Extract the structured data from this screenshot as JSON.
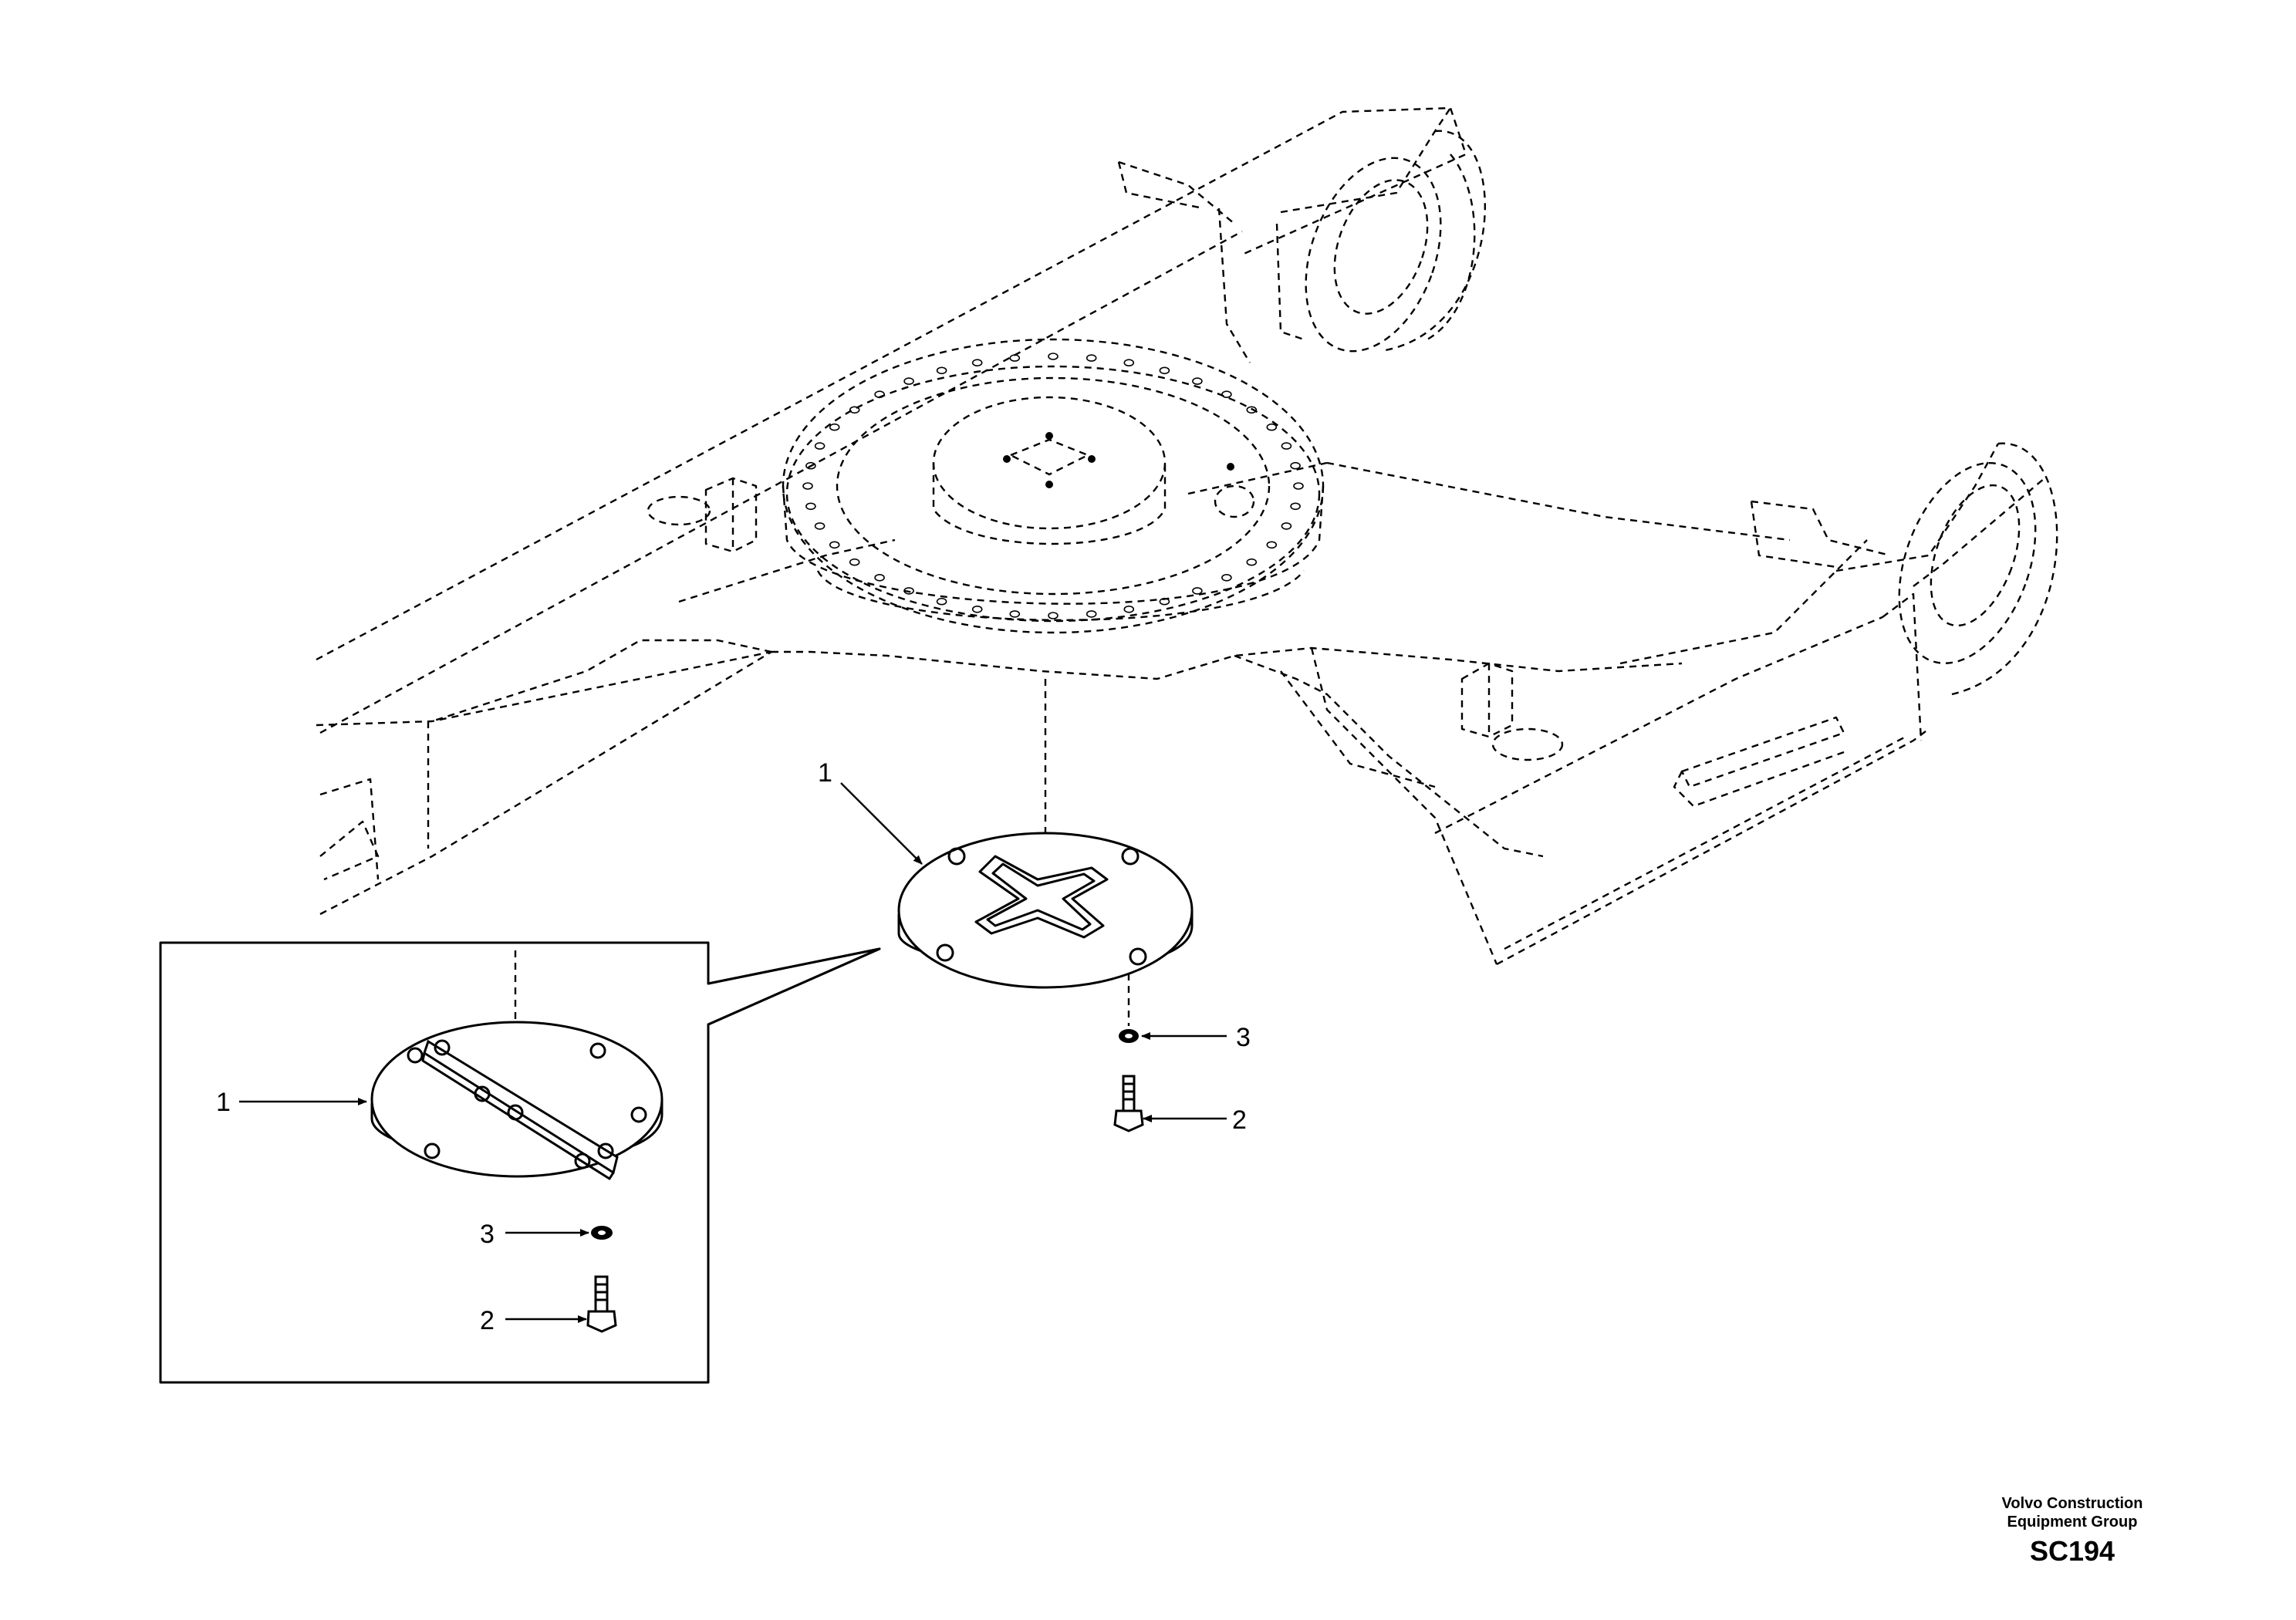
{
  "callouts": {
    "main_plate": "1",
    "main_washer": "3",
    "main_bolt": "2",
    "inset_plate": "1",
    "inset_washer": "3",
    "inset_bolt": "2"
  },
  "credit": {
    "line1": "Volvo Construction",
    "line2": "Equipment Group",
    "code": "SC194"
  }
}
